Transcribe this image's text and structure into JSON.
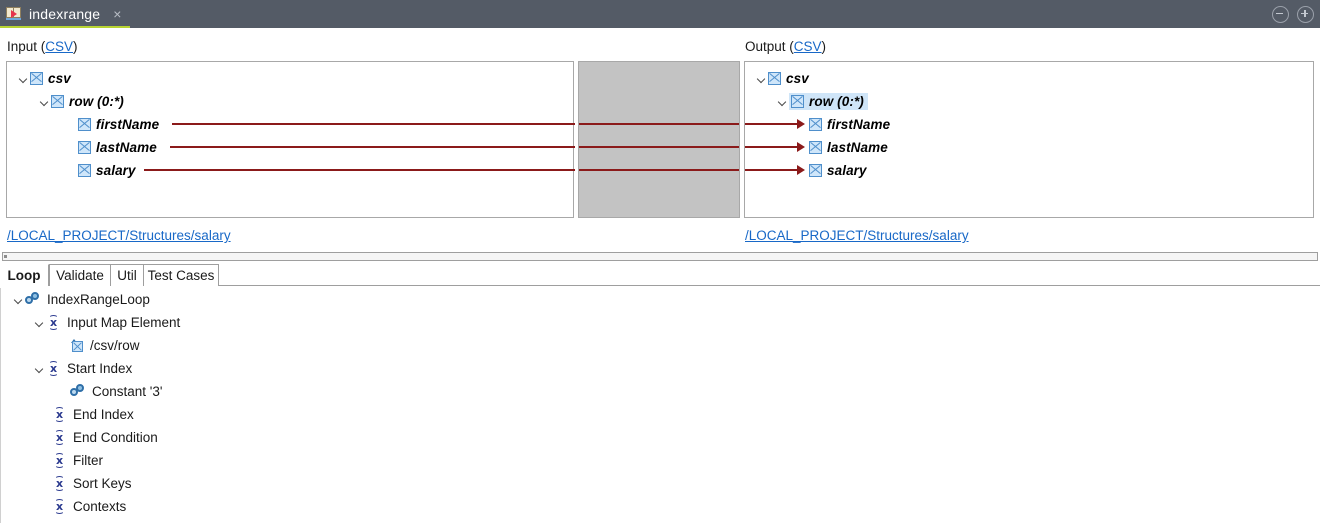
{
  "window": {
    "tab_title": "indexrange",
    "tab_icon": "mapping-transform-icon",
    "close_icon": "×",
    "minimize_label": "−",
    "maximize_label": "+",
    "titlebar_color": "#545b66",
    "accent_color": "#b8d432"
  },
  "mapping": {
    "input": {
      "label_text": "Input (",
      "label_link": "CSV",
      "label_tail": ")",
      "path_link": "/LOCAL_PROJECT/Structures/salary",
      "nodes": [
        {
          "label": "csv",
          "depth": 0,
          "expandable": true,
          "selected": false
        },
        {
          "label": "row (0:*)",
          "depth": 1,
          "expandable": true,
          "selected": false
        },
        {
          "label": "firstName",
          "depth": 2,
          "expandable": false,
          "selected": false
        },
        {
          "label": "lastName",
          "depth": 2,
          "expandable": false,
          "selected": false
        },
        {
          "label": "salary",
          "depth": 2,
          "expandable": false,
          "selected": false
        }
      ]
    },
    "output": {
      "label_text": "Output (",
      "label_link": "CSV",
      "label_tail": ")",
      "path_link": "/LOCAL_PROJECT/Structures/salary",
      "nodes": [
        {
          "label": "csv",
          "depth": 0,
          "expandable": true,
          "selected": false
        },
        {
          "label": "row (0:*)",
          "depth": 1,
          "expandable": true,
          "selected": true
        },
        {
          "label": "firstName",
          "depth": 2,
          "expandable": false,
          "selected": false
        },
        {
          "label": "lastName",
          "depth": 2,
          "expandable": false,
          "selected": false
        },
        {
          "label": "salary",
          "depth": 2,
          "expandable": false,
          "selected": false
        }
      ]
    },
    "connections": [
      {
        "from": "firstName",
        "to": "firstName"
      },
      {
        "from": "lastName",
        "to": "lastName"
      },
      {
        "from": "salary",
        "to": "salary"
      }
    ],
    "line_color": "#8b1a1a",
    "selection_color": "#cfe5f8",
    "link_color": "#1868c7"
  },
  "bottom": {
    "tabs": [
      {
        "label": "Loop",
        "active": true
      },
      {
        "label": "Validate",
        "active": false
      },
      {
        "label": "Util",
        "active": false
      },
      {
        "label": "Test Cases",
        "active": false
      }
    ],
    "tree": [
      {
        "label": "IndexRangeLoop",
        "depth": 0,
        "icon": "chain-icon",
        "expandable": true
      },
      {
        "label": "Input Map Element",
        "depth": 1,
        "icon": "fx-icon",
        "expandable": true
      },
      {
        "label": "/csv/row",
        "depth": 2,
        "icon": "element-icon",
        "expandable": false
      },
      {
        "label": "Start Index",
        "depth": 1,
        "icon": "fx-icon",
        "expandable": true
      },
      {
        "label": "Constant '3'",
        "depth": 2,
        "icon": "chain-icon",
        "expandable": false
      },
      {
        "label": "End Index",
        "depth": 1,
        "icon": "fx-icon",
        "expandable": false
      },
      {
        "label": "End Condition",
        "depth": 1,
        "icon": "fx-icon",
        "expandable": false
      },
      {
        "label": "Filter",
        "depth": 1,
        "icon": "fx-icon",
        "expandable": false
      },
      {
        "label": "Sort Keys",
        "depth": 1,
        "icon": "fx-icon",
        "expandable": false
      },
      {
        "label": "Contexts",
        "depth": 1,
        "icon": "fx-icon",
        "expandable": false
      }
    ]
  }
}
